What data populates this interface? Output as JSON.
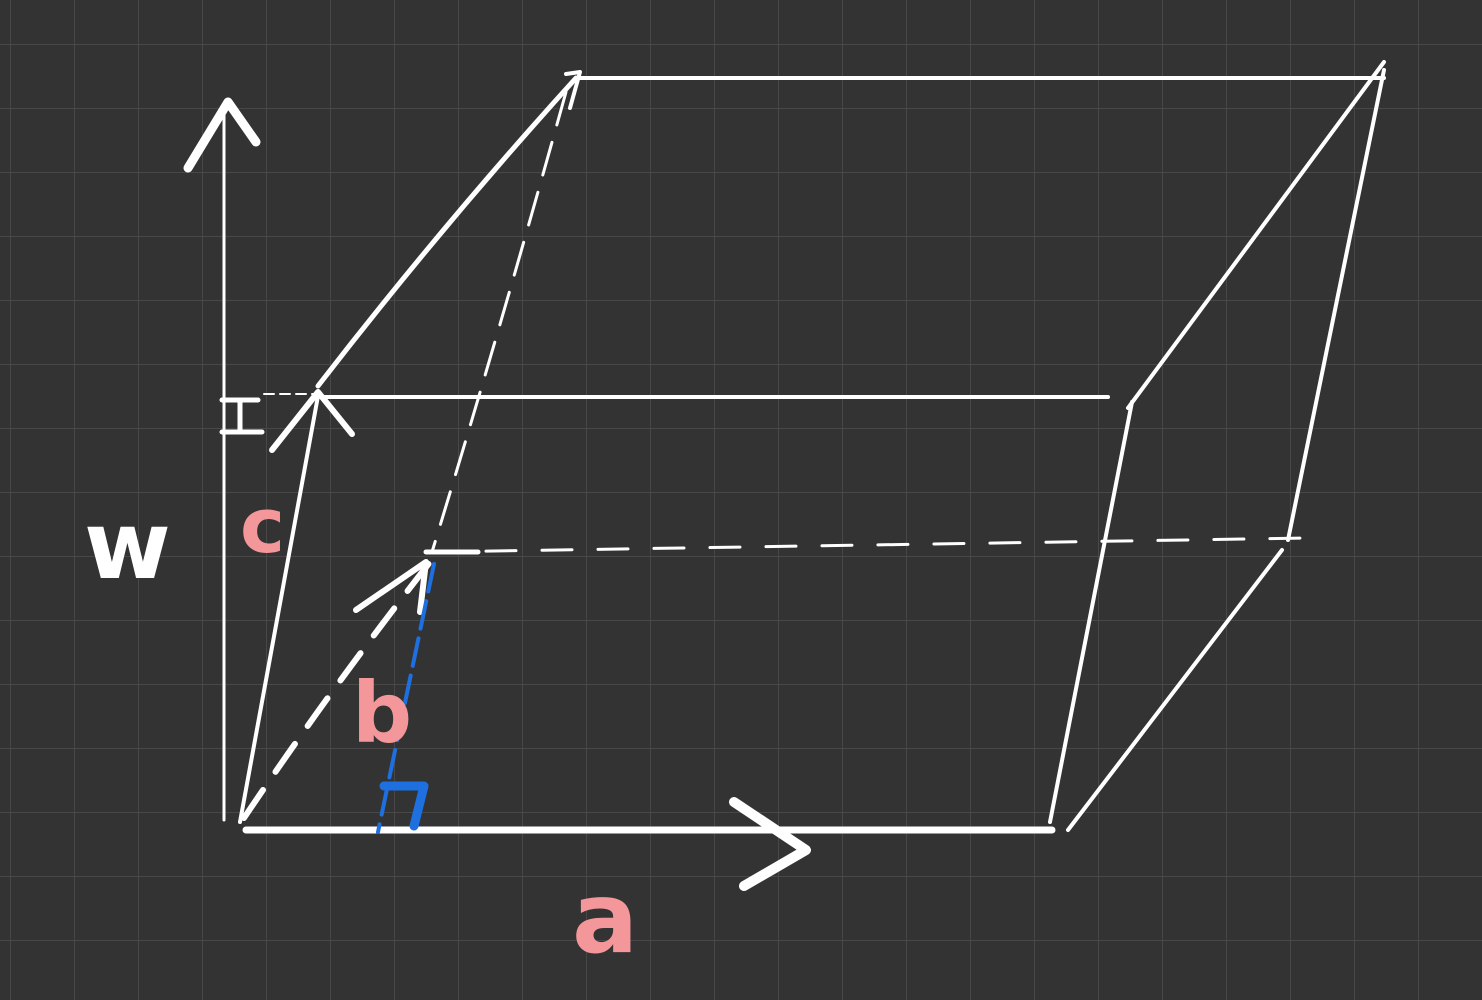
{
  "labels": {
    "w": "w",
    "a": "a",
    "b": "b",
    "c": "c"
  },
  "colors": {
    "background": "#333333",
    "grid": "#484848",
    "stroke": "#ffffff",
    "label_white": "#ffffff",
    "label_pink": "#f4979a",
    "accent_blue": "#1e6fe0"
  }
}
